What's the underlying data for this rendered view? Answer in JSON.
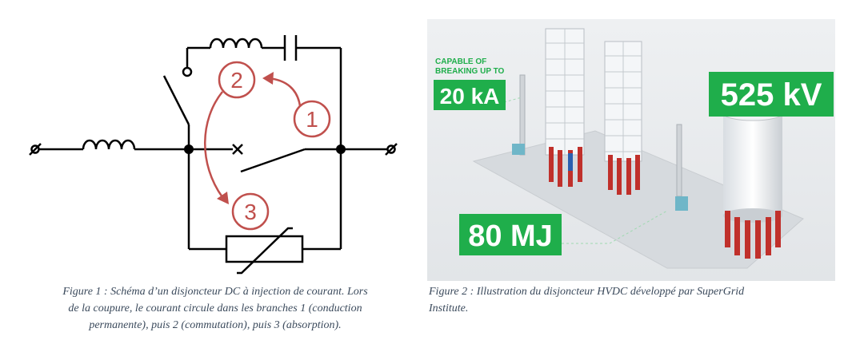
{
  "figure1": {
    "branch_labels": [
      "2",
      "1",
      "3"
    ],
    "caption_lines": [
      "Figure 1 : Schéma d’un disjoncteur DC à injection de courant. Lors",
      "de la coupure, le courant circule dans les branches 1 (conduction",
      "permanente), puis 2 (commutation), puis 3 (absorption)."
    ],
    "colors": {
      "wire": "#000000",
      "annotation": "#c0504d"
    }
  },
  "figure2": {
    "callouts": {
      "capable_line1": "CAPABLE OF",
      "capable_line2": "BREAKING UP TO",
      "current": "20 kA",
      "voltage": "525 kV",
      "energy": "80 MJ"
    },
    "caption_lines": [
      "Figure 2 : Illustration du disjoncteur HVDC développé par SuperGrid",
      "Institute."
    ],
    "colors": {
      "callout_bg": "#1fae4b",
      "callout_text": "#ffffff",
      "insulator": "#c0302b",
      "background": "#e9ecef"
    }
  }
}
